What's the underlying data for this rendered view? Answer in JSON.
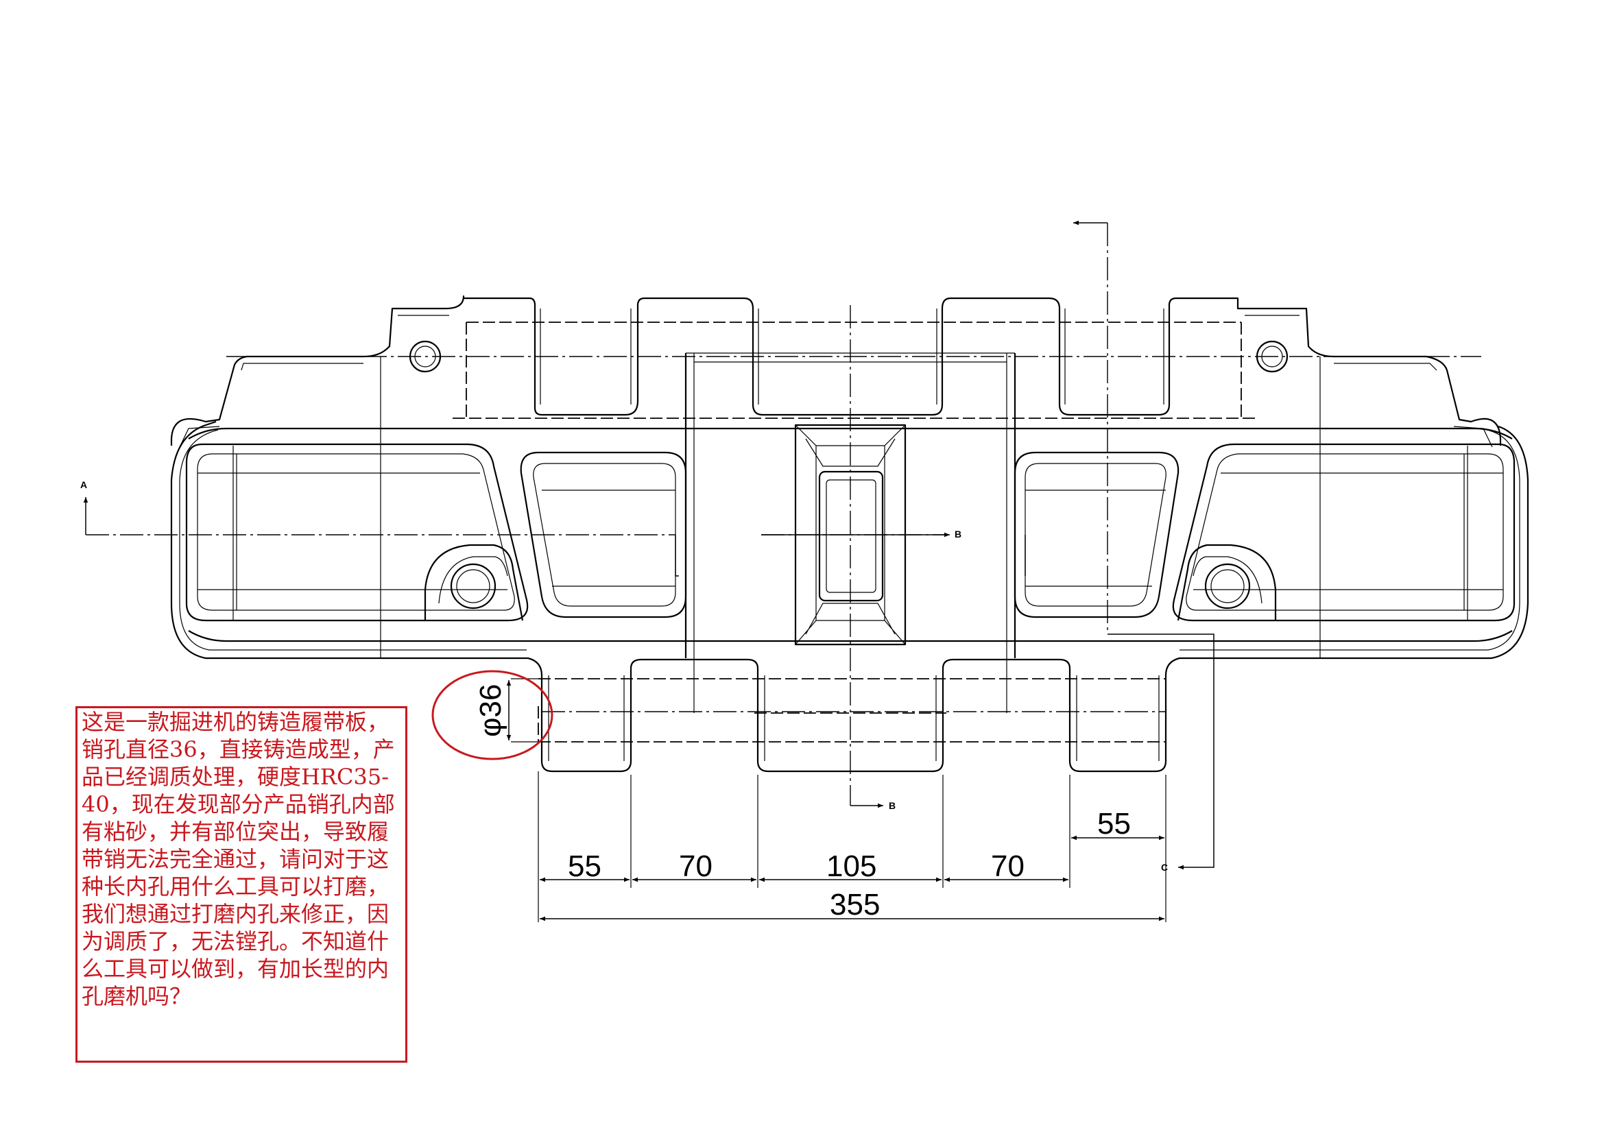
{
  "drawing": {
    "dimensions": {
      "d1": "55",
      "d2": "70",
      "d3": "105",
      "d4": "70",
      "d5": "55",
      "total": "355",
      "pin_diameter": "φ36"
    },
    "section_labels": {
      "a": "A",
      "b_right": "B",
      "b_bottom": "B",
      "c": "C"
    },
    "highlight_color": "#c8181e"
  },
  "note": {
    "text": "这是一款掘进机的铸造履带板，销孔直径36，直接铸造成型，产品已经调质处理，硬度HRC35-40，现在发现部分产品销孔内部有粘砂，并有部位突出，导致履带销无法完全通过，请问对于这种长内孔用什么工具可以打磨，我们想通过打磨内孔来修正，因为调质了，无法镗孔。不知道什么工具可以做到，有加长型的内孔磨机吗？"
  }
}
